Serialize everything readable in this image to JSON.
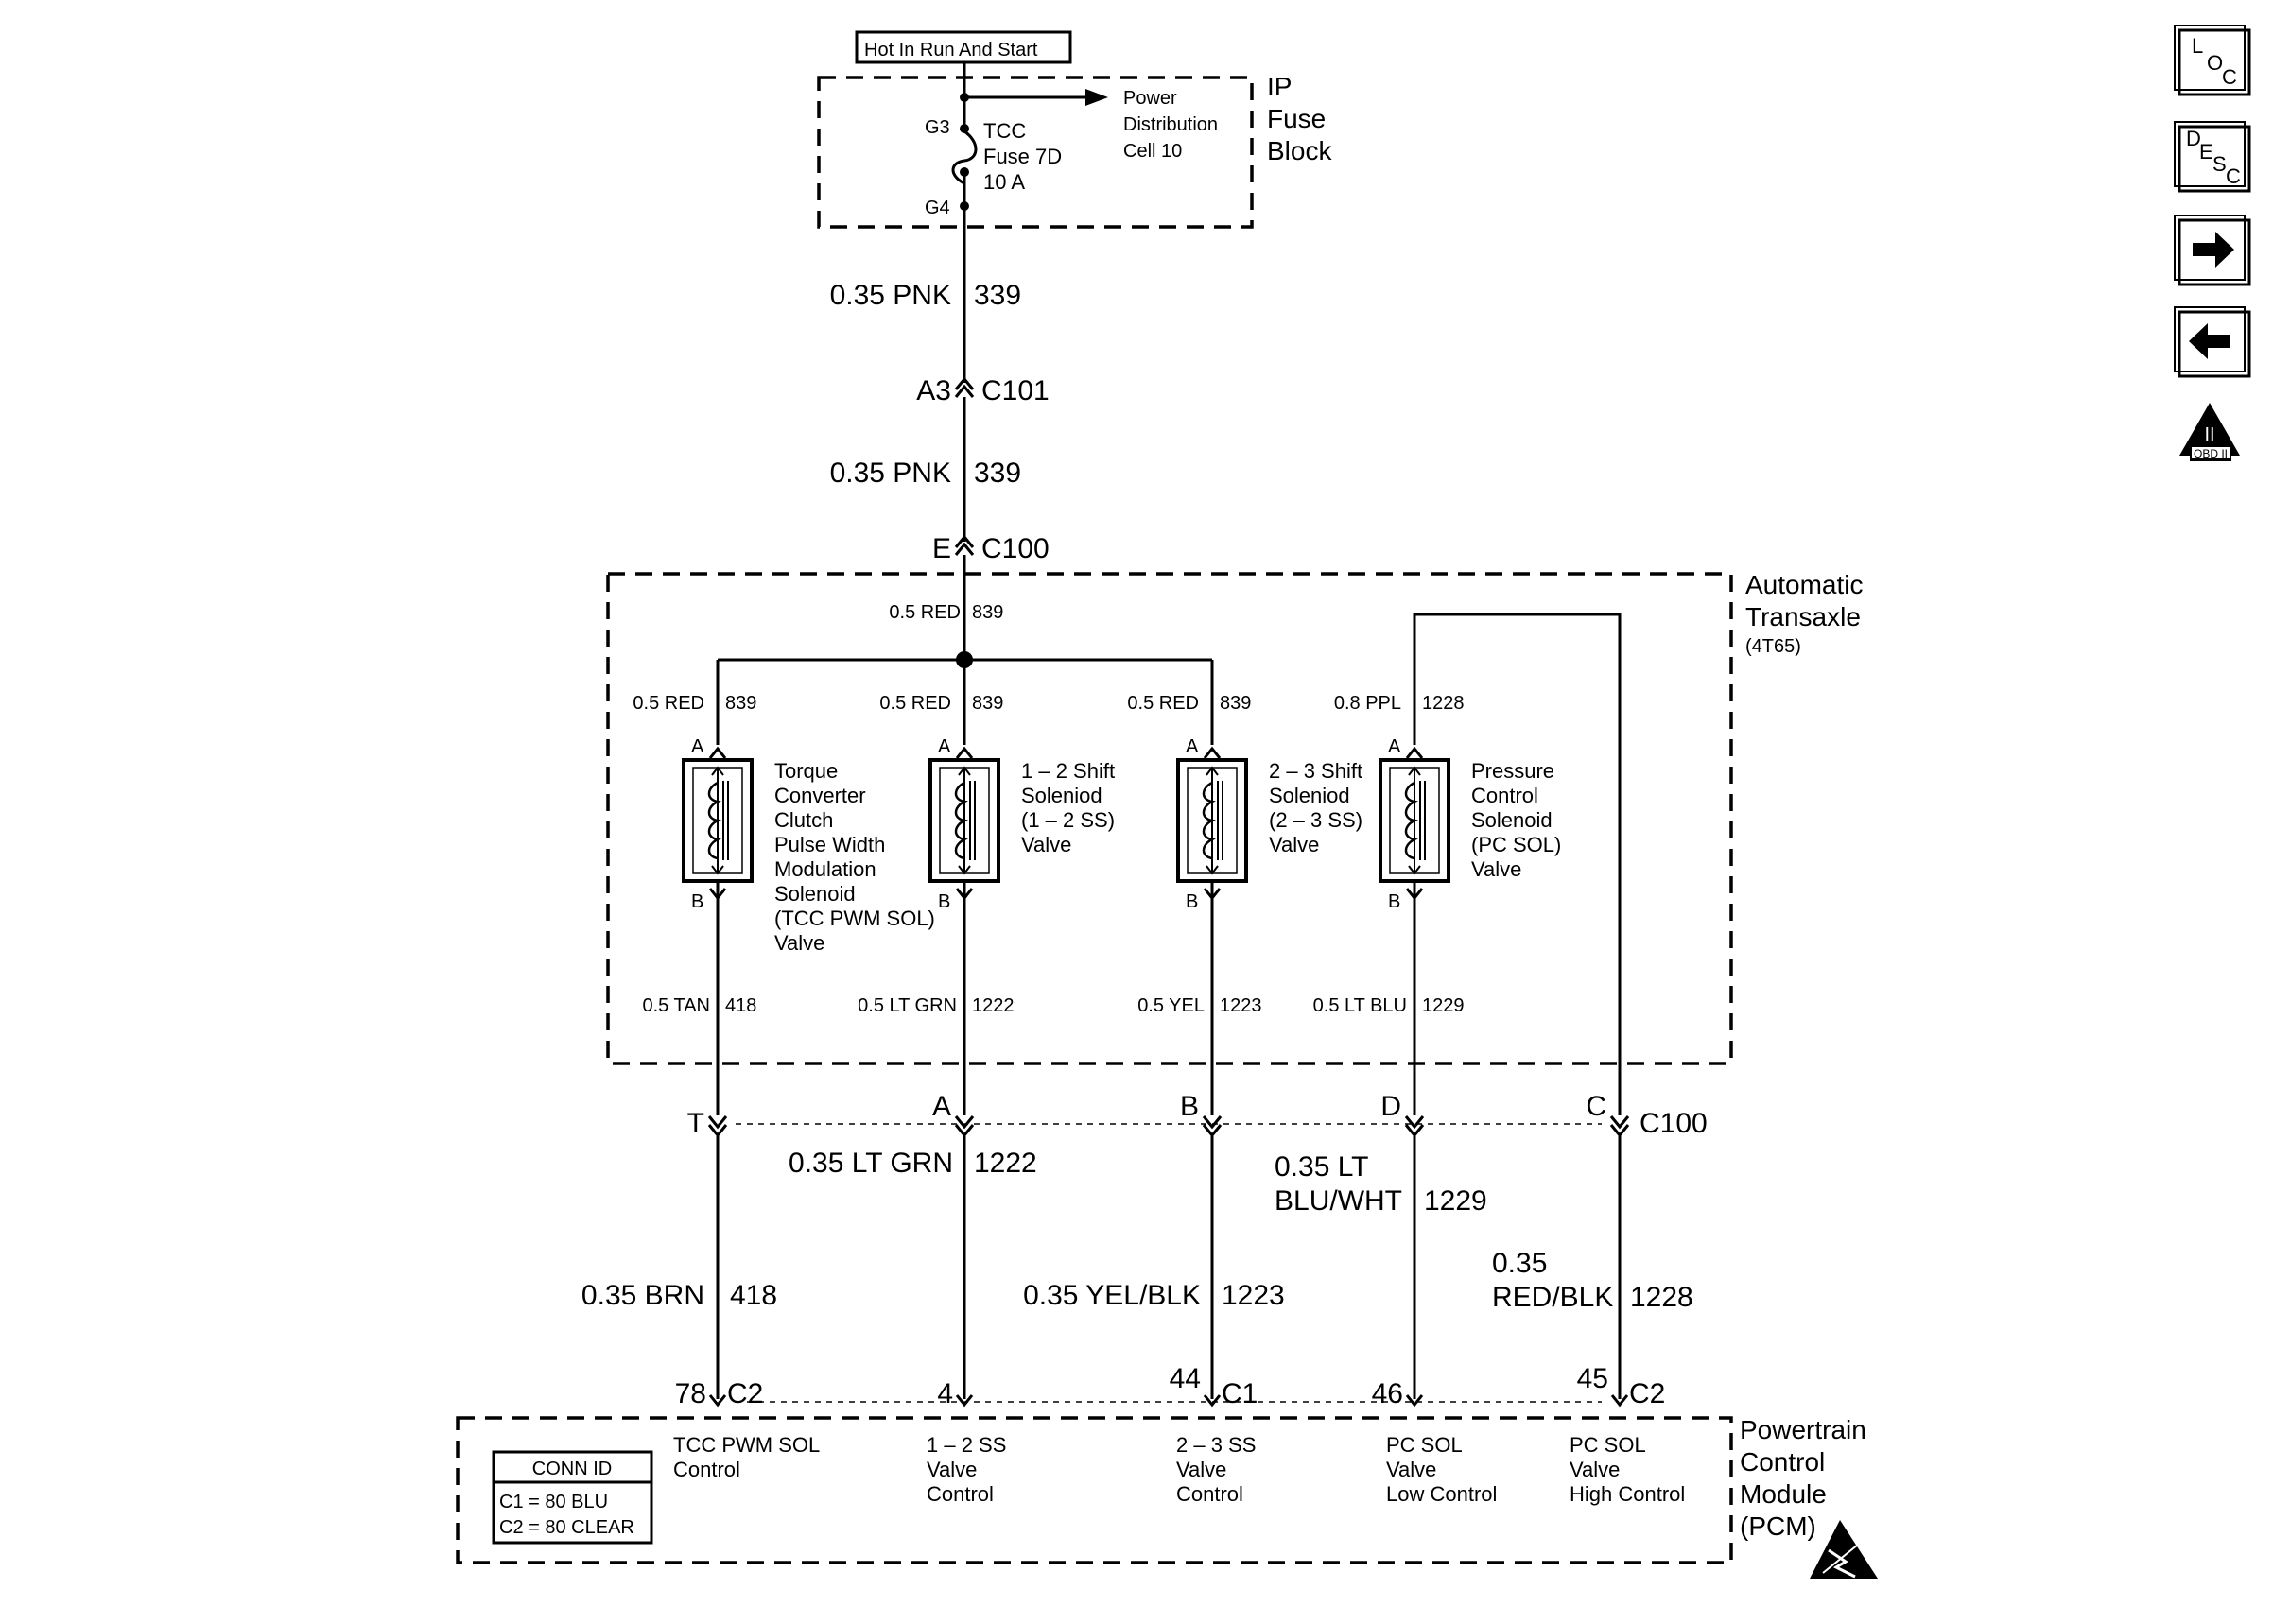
{
  "power": {
    "hot_label": "Hot In Run And Start",
    "g3": "G3",
    "g4": "G4",
    "fuse_l1": "TCC",
    "fuse_l2": "Fuse 7D",
    "fuse_l3": "10 A",
    "pd_l1": "Power",
    "pd_l2": "Distribution",
    "pd_l3": "Cell 10",
    "block_l1": "IP",
    "block_l2": "Fuse",
    "block_l3": "Block"
  },
  "feed": {
    "wire1_spec": "0.35 PNK",
    "wire1_circuit": "339",
    "c101_pin": "A3",
    "c101_conn": "C101",
    "wire2_spec": "0.35 PNK",
    "wire2_circuit": "339",
    "c100_pin": "E",
    "c100_conn": "C100"
  },
  "transaxle": {
    "title_l1": "Automatic",
    "title_l2": "Transaxle",
    "model": "(4T65)",
    "trunk_spec": "0.5 RED",
    "trunk_circuit": "839"
  },
  "solenoids": [
    {
      "in_spec": "0.5 RED",
      "in_circuit": "839",
      "pin_a": "A",
      "pin_b": "B",
      "label_lines": [
        "Torque",
        "Converter",
        "Clutch",
        "Pulse Width",
        "Modulation",
        "Solenoid",
        "(TCC PWM SOL)",
        "Valve"
      ],
      "out_spec": "0.5 TAN",
      "out_circuit": "418"
    },
    {
      "in_spec": "0.5 RED",
      "in_circuit": "839",
      "pin_a": "A",
      "pin_b": "B",
      "label_lines": [
        "1 – 2 Shift",
        "Soleniod",
        "(1 – 2 SS)",
        "Valve"
      ],
      "out_spec": "0.5 LT GRN",
      "out_circuit": "1222"
    },
    {
      "in_spec": "0.5 RED",
      "in_circuit": "839",
      "pin_a": "A",
      "pin_b": "B",
      "label_lines": [
        "2 – 3 Shift",
        "Soleniod",
        "(2 – 3 SS)",
        "Valve"
      ],
      "out_spec": "0.5 YEL",
      "out_circuit": "1223"
    },
    {
      "in_spec": "0.8 PPL",
      "in_circuit": "1228",
      "pin_a": "A",
      "pin_b": "B",
      "label_lines": [
        "Pressure",
        "Control",
        "Solenoid",
        "(PC SOL)",
        "Valve"
      ],
      "out_spec": "0.5 LT BLU",
      "out_circuit": "1229"
    }
  ],
  "lower_connector": {
    "pins": [
      "T",
      "A",
      "B",
      "D",
      "C"
    ],
    "name": "C100"
  },
  "lower_wires": [
    {
      "spec": "0.35 BRN",
      "circuit": "418"
    },
    {
      "spec": "0.35 LT GRN",
      "circuit": "1222"
    },
    {
      "spec": "0.35 YEL/BLK",
      "circuit": "1223"
    },
    {
      "spec_l1": "0.35 LT",
      "spec_l2": "BLU/WHT",
      "circuit": "1229"
    },
    {
      "spec_l1": "0.35",
      "spec_l2": "RED/BLK",
      "circuit": "1228"
    }
  ],
  "pcm": {
    "title_l1": "Powertrain",
    "title_l2": "Control",
    "title_l3": "Module",
    "title_l4": "(PCM)",
    "pins": [
      {
        "pin": "78",
        "conn": "C2",
        "label_lines": [
          "TCC PWM SOL",
          "Control"
        ]
      },
      {
        "pin": "4",
        "conn": "",
        "label_lines": [
          "1 – 2 SS",
          "Valve",
          "Control"
        ]
      },
      {
        "pin": "44",
        "conn": "C1",
        "label_lines": [
          "2 – 3 SS",
          "Valve",
          "Control"
        ]
      },
      {
        "pin": "46",
        "conn": "",
        "label_lines": [
          "PC SOL",
          "Valve",
          "Low Control"
        ]
      },
      {
        "pin": "45",
        "conn": "C2",
        "label_lines": [
          "PC SOL",
          "Valve",
          "High Control"
        ]
      }
    ],
    "conn_id": {
      "title": "CONN ID",
      "line1": "C1 = 80 BLU",
      "line2": "C2 = 80 CLEAR"
    }
  },
  "nav": {
    "loc_main": "L",
    "loc_o": "O",
    "loc_c": "C",
    "desc_d": "D",
    "desc_e": "E",
    "desc_s": "S",
    "desc_c": "C",
    "obd_roman": "II",
    "obd_label": "OBD II"
  },
  "icons": {
    "forward": "arrow-right-icon",
    "back": "arrow-left-icon",
    "esd": "esd-warning-icon",
    "obd": "obd-ii-icon"
  }
}
